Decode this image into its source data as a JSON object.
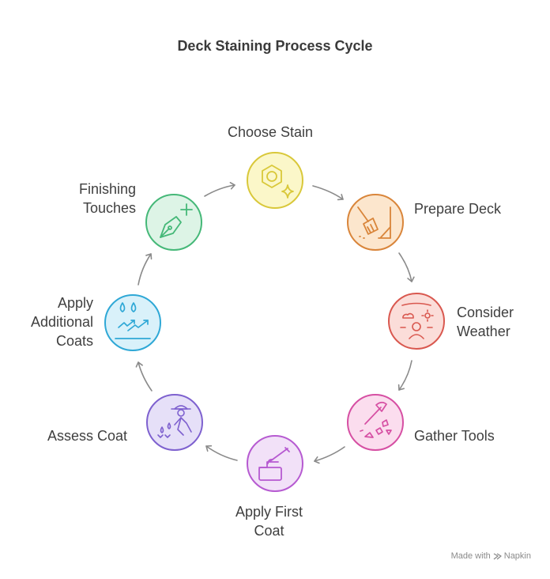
{
  "title": "Deck Staining Process Cycle",
  "steps": [
    {
      "lines": [
        "Choose Stain"
      ],
      "icon": "hexagon-sparkle-icon",
      "color": "#D9C83A",
      "fill": "#FBF7C9"
    },
    {
      "lines": [
        "Prepare Deck"
      ],
      "icon": "broom-icon",
      "color": "#D9853A",
      "fill": "#FCE6CD"
    },
    {
      "lines": [
        "Consider",
        "Weather"
      ],
      "icon": "weather-person-icon",
      "color": "#D9584F",
      "fill": "#FBDDD9"
    },
    {
      "lines": [
        "Gather Tools"
      ],
      "icon": "axe-rocks-icon",
      "color": "#D64FA3",
      "fill": "#FBDDEE"
    },
    {
      "lines": [
        "Apply First",
        "Coat"
      ],
      "icon": "paint-brush-icon",
      "color": "#B65AD1",
      "fill": "#F2E1F8"
    },
    {
      "lines": [
        "Assess Coat"
      ],
      "icon": "inspector-icon",
      "color": "#7E61CF",
      "fill": "#E6E0F8"
    },
    {
      "lines": [
        "Apply",
        "Additional",
        "Coats"
      ],
      "icon": "drops-trend-icon",
      "color": "#2FA8D6",
      "fill": "#D9F1FA"
    },
    {
      "lines": [
        "Finishing",
        "Touches"
      ],
      "icon": "pen-plus-icon",
      "color": "#45B878",
      "fill": "#DDF4E6"
    }
  ],
  "footer": {
    "prefix": "Made with",
    "brand": "Napkin"
  }
}
